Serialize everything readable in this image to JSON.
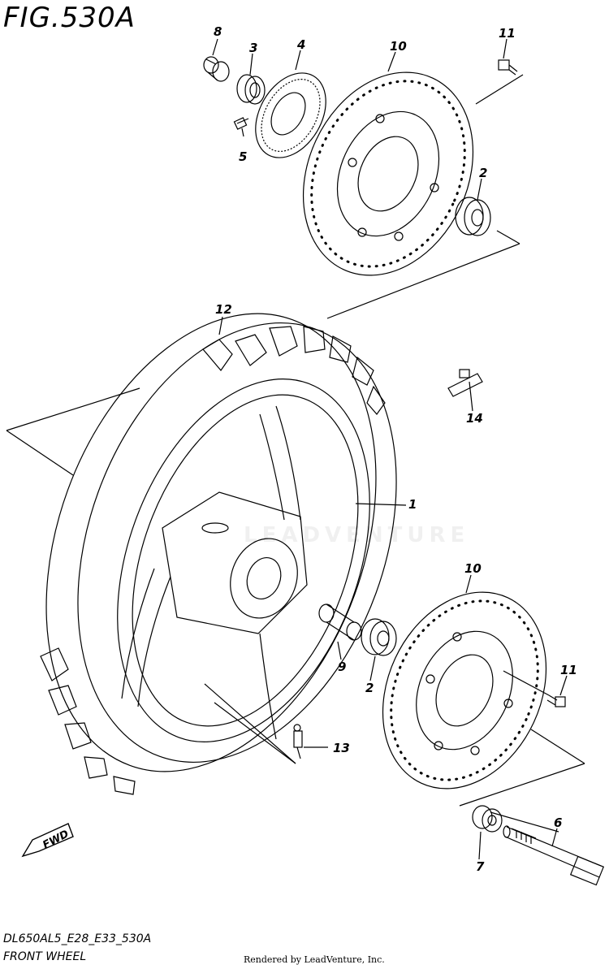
{
  "figure": {
    "title": "FIG.530A",
    "footer_code": "DL650AL5_E28_E33_530A",
    "footer_name": "FRONT WHEEL",
    "render_credit": "Rendered by LeadVenture, Inc.",
    "watermark": "LEADVENTURE"
  },
  "callouts": {
    "c8": "8",
    "c3": "3",
    "c4": "4",
    "c5": "5",
    "c10_top": "10",
    "c11_top": "11",
    "c2_top": "2",
    "c12": "12",
    "c14": "14",
    "c1": "1",
    "c10_bottom": "10",
    "c9": "9",
    "c2_bottom": "2",
    "c11_bottom": "11",
    "c13": "13",
    "c6": "6",
    "c7": "7"
  },
  "fwd_label": "FWD",
  "colors": {
    "line": "#000000",
    "background": "#ffffff"
  }
}
